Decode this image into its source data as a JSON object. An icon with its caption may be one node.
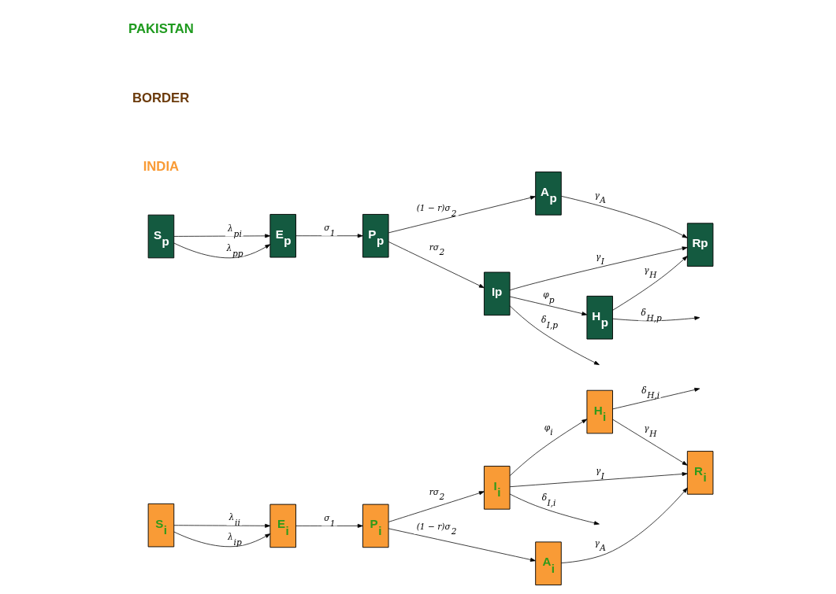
{
  "diagram": {
    "nodes": [
      {
        "text": [
          "S$_{i}$"
        ]
      },
      {
        "text": [
          "E$_{i}$"
        ]
      },
      {
        "text": [
          "P$_{i}$"
        ]
      },
      {
        "text": [
          "I$_{i}$"
        ]
      },
      {
        "text": [
          "H$_{i}$"
        ]
      },
      {
        "text": [
          "R$_{i}$"
        ]
      },
      {
        "text": [
          "A$_{i}$"
        ]
      },
      {
        "text": [
          "A$_{p}$"
        ]
      },
      {
        "text": [
          "P$_{p}$"
        ]
      },
      {
        "text": [
          "E$_{p}$"
        ]
      },
      {
        "text": [
          "S$_{p}$"
        ]
      },
      {
        "text": [
          "Ip"
        ]
      },
      {
        "text": [
          "H$_{p}$"
        ]
      },
      {
        "text": [
          "Rp"
        ]
      }
    ],
    "edges": [
      {
        "from": 0,
        "to": 1,
        "arrow": "to",
        "label": "λ$_{ii}$"
      },
      {
        "from": 0,
        "to": 1,
        "arrow": "to",
        "label": "λ$_{ip}$"
      },
      {
        "from": 1,
        "to": 2,
        "arrow": "to",
        "label": "σ$_{1}$"
      },
      {
        "from": 2,
        "to": 3,
        "arrow": "to",
        "label": "rσ$_{2}$"
      },
      {
        "from": 2,
        "to": 6,
        "arrow": "to",
        "label": "(1 − r)σ$_{2}$"
      },
      {
        "from": 3,
        "to": 5,
        "arrow": "to",
        "label": "γ$_{I}$"
      },
      {
        "from": 3,
        "to": 4,
        "arrow": "to",
        "label": "φ$_{i}$"
      },
      {
        "from": 4,
        "to": 5,
        "arrow": "to",
        "label": "γ$_{H}$"
      },
      {
        "from": 3,
        "to": null,
        "arrow": "to",
        "label": "δ$_{I,i}$"
      },
      {
        "from": 4,
        "to": null,
        "arrow": "to",
        "label": "δ$_{H,i}$"
      },
      {
        "from": 6,
        "to": 5,
        "arrow": "to",
        "label": "γ$_{A}$"
      },
      {
        "from": 10,
        "to": 9,
        "arrow": "to",
        "label": "λ$_{pi}$"
      },
      {
        "from": 10,
        "to": 9,
        "arrow": "to",
        "label": "λ$_{pp}$"
      },
      {
        "from": 9,
        "to": 8,
        "arrow": "to",
        "label": "σ$_{1}$"
      },
      {
        "from": 8,
        "to": 7,
        "arrow": "to",
        "label": "(1 − r)σ$_{2}$"
      },
      {
        "from": 8,
        "to": 11,
        "arrow": "to",
        "label": "rσ$_{2}$"
      },
      {
        "from": 11,
        "to": 12,
        "arrow": "to",
        "label": "φ$_{p}$"
      },
      {
        "from": 12,
        "to": 13,
        "arrow": "to",
        "label": "γ$_{H}$"
      },
      {
        "from": 7,
        "to": 13,
        "arrow": "to",
        "label": "γ$_{A}$"
      },
      {
        "from": 11,
        "to": 13,
        "arrow": "to",
        "label": "γ$_{I}$"
      },
      {
        "from": 11,
        "to": null,
        "arrow": "to",
        "label": "δ$_{I,p}$"
      },
      {
        "from": 12,
        "to": null,
        "arrow": "to",
        "label": "δ$_{H,p}$"
      }
    ],
    "labels": [
      "INDIA",
      "BORDER",
      "PAKISTAN"
    ]
  }
}
